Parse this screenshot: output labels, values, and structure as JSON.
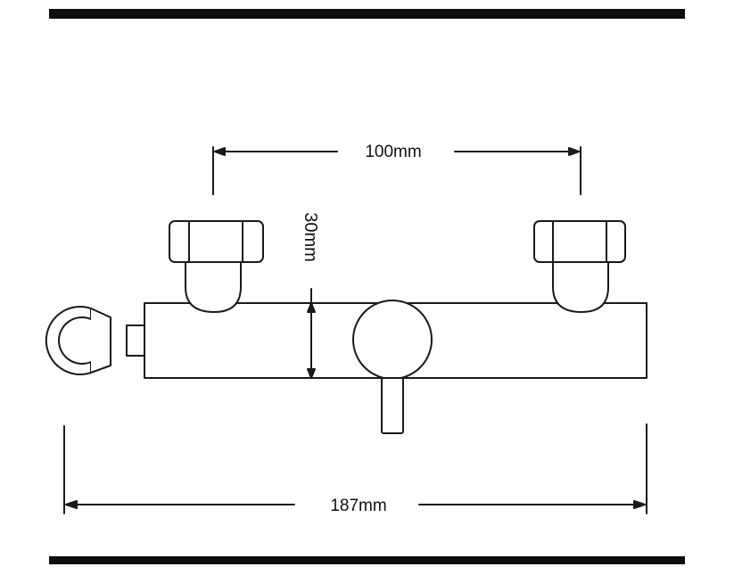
{
  "diagram": {
    "dimensions": {
      "inlet_spacing": "100mm",
      "body_height": "30mm",
      "overall_length": "187mm"
    },
    "colors": {
      "line": "#1a1a1a",
      "frame": "#0d0d0d",
      "background": "#ffffff"
    }
  }
}
